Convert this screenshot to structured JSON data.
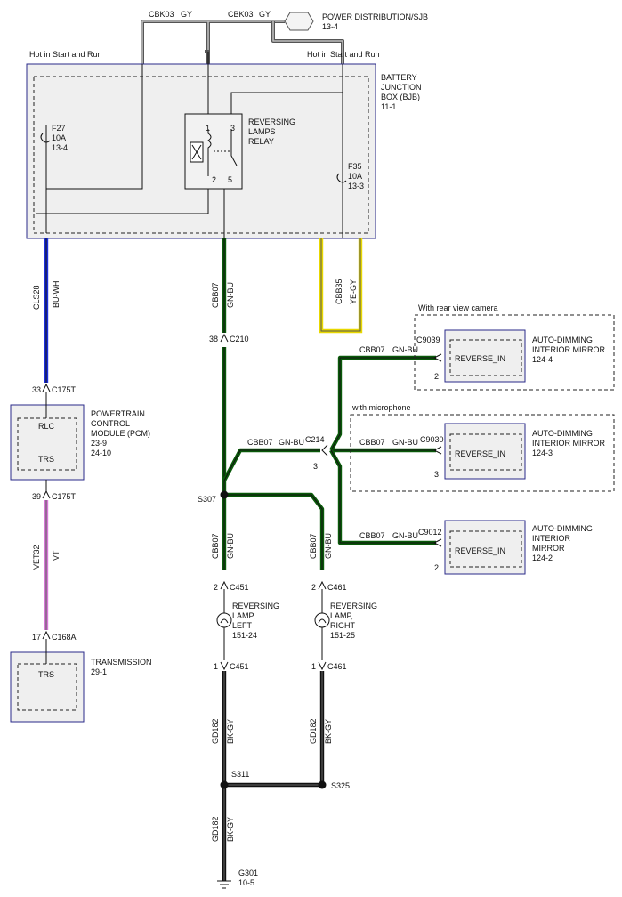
{
  "top": {
    "wire1": "CBK03",
    "wire1_color": "GY",
    "wire2": "CBK03",
    "wire2_color": "GY",
    "dest_name": "POWER DISTRIBUTION/SJB",
    "dest_ref": "13-4"
  },
  "bjb": {
    "hot_left": "Hot in Start and Run",
    "hot_right": "Hot in Start and Run",
    "name_lines": [
      "BATTERY",
      "JUNCTION",
      "BOX (BJB)"
    ],
    "ref": "11-1",
    "fuse_left": [
      "F27",
      "10A",
      "13-4"
    ],
    "fuse_right": [
      "F35",
      "10A",
      "13-3"
    ],
    "relay_lines": [
      "REVERSING",
      "LAMPS",
      "RELAY"
    ],
    "relay_pins": [
      "1",
      "3",
      "2",
      "5"
    ]
  },
  "wires": {
    "cls28": "CLS28",
    "cls28_color": "BU-WH",
    "cbb07": "CBB07",
    "cbb07_color": "GN-BU",
    "cbb35": "CBB35",
    "cbb35_color": "YE-GY",
    "vet32": "VET32",
    "vet32_color": "VT",
    "gd182": "GD182",
    "gd182_color": "BK-GY"
  },
  "connectors": {
    "c175t_top_pin": "33",
    "c175t_top": "C175T",
    "c175t_bot_pin": "39",
    "c175t_bot": "C175T",
    "c168a_pin": "17",
    "c168a": "C168A",
    "c210_pin": "38",
    "c210": "C210",
    "c214": "C214",
    "c214_pin": "3",
    "c451_top_pin": "2",
    "c451_top": "C451",
    "c451_bot_pin": "1",
    "c451_bot": "C451",
    "c461_top_pin": "2",
    "c461_top": "C461",
    "c461_bot_pin": "1",
    "c461_bot": "C461"
  },
  "pcm": {
    "pin_top": "RLC",
    "pin_bot": "TRS",
    "name_lines": [
      "POWERTRAIN",
      "CONTROL",
      "MODULE (PCM)"
    ],
    "refs": [
      "23-9",
      "24-10"
    ]
  },
  "transmission": {
    "pin": "TRS",
    "name": "TRANSMISSION",
    "ref": "29-1"
  },
  "splices": {
    "s307": "S307",
    "s311": "S311",
    "s325": "S325"
  },
  "lamps": {
    "left_lines": [
      "REVERSING",
      "LAMP,",
      "LEFT",
      "151-24"
    ],
    "right_lines": [
      "REVERSING",
      "LAMP,",
      "RIGHT",
      "151-25"
    ]
  },
  "mirrors": [
    {
      "option": "With rear view camera",
      "wire": "CBB07",
      "color": "GN-BU",
      "connector": "C9039",
      "pin": "2",
      "signal": "REVERSE_IN",
      "name_lines": [
        "AUTO-DIMMING",
        "INTERIOR MIRROR",
        "124-4"
      ]
    },
    {
      "option": "with microphone",
      "wire": "CBB07",
      "color": "GN-BU",
      "connector": "C9030",
      "pin": "3",
      "signal": "REVERSE_IN",
      "name_lines": [
        "AUTO-DIMMING",
        "INTERIOR MIRROR",
        "124-3"
      ]
    },
    {
      "option": "",
      "wire": "CBB07",
      "color": "GN-BU",
      "connector": "C9012",
      "pin": "2",
      "signal": "REVERSE_IN",
      "name_lines": [
        "AUTO-DIMMING",
        "INTERIOR",
        "MIRROR",
        "124-2"
      ]
    }
  ],
  "mid_wire": {
    "wire": "CBB07",
    "color": "GN-BU"
  },
  "ground": {
    "name": "G301",
    "ref": "10-5"
  },
  "colors": {
    "green": "#0a5a0a",
    "blue": "#1a2ee0",
    "violet": "#d77ad7",
    "yellow": "#e8d800",
    "gray": "#555555"
  }
}
